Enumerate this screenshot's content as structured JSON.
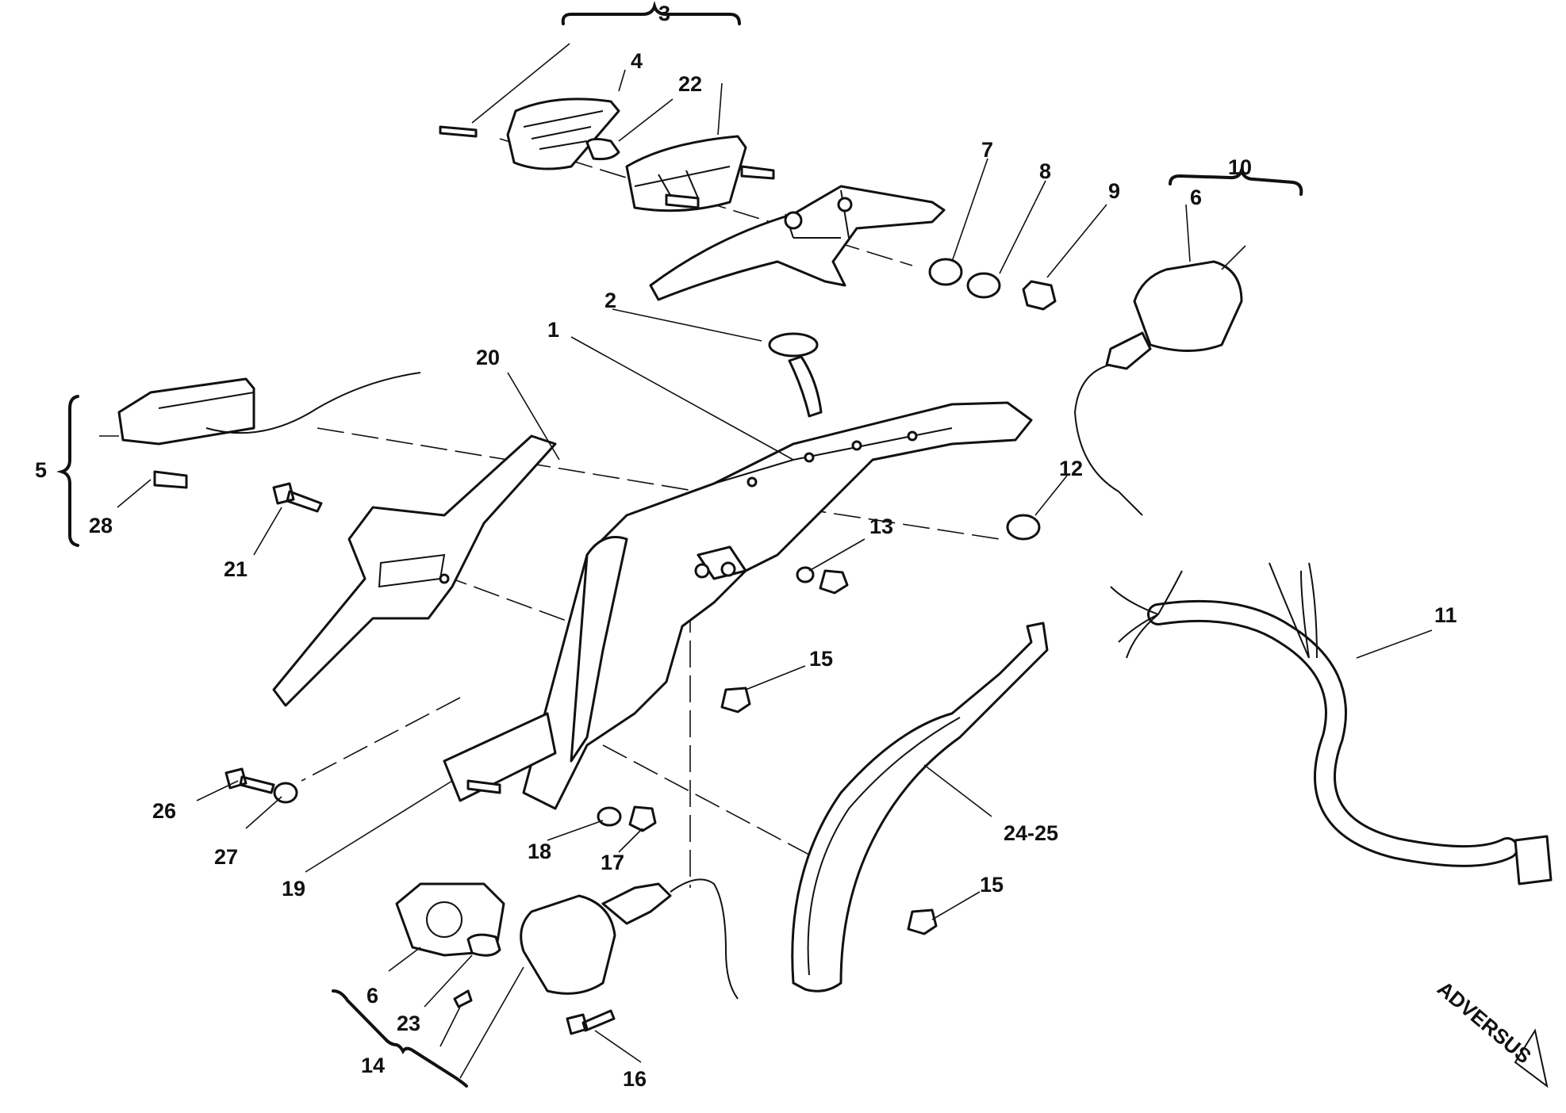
{
  "callouts": [
    {
      "id": "c1",
      "text": "1"
    },
    {
      "id": "c2",
      "text": "2"
    },
    {
      "id": "c3",
      "text": "3"
    },
    {
      "id": "c4",
      "text": "4"
    },
    {
      "id": "c5",
      "text": "5"
    },
    {
      "id": "c6a",
      "text": "6"
    },
    {
      "id": "c6b",
      "text": "6"
    },
    {
      "id": "c7",
      "text": "7"
    },
    {
      "id": "c8",
      "text": "8"
    },
    {
      "id": "c9",
      "text": "9"
    },
    {
      "id": "c10",
      "text": "10"
    },
    {
      "id": "c11",
      "text": "11"
    },
    {
      "id": "c12",
      "text": "12"
    },
    {
      "id": "c13",
      "text": "13"
    },
    {
      "id": "c14",
      "text": "14"
    },
    {
      "id": "c15a",
      "text": "15"
    },
    {
      "id": "c15b",
      "text": "15"
    },
    {
      "id": "c16",
      "text": "16"
    },
    {
      "id": "c17",
      "text": "17"
    },
    {
      "id": "c18",
      "text": "18"
    },
    {
      "id": "c19",
      "text": "19"
    },
    {
      "id": "c20",
      "text": "20"
    },
    {
      "id": "c21",
      "text": "21"
    },
    {
      "id": "c22",
      "text": "22"
    },
    {
      "id": "c23",
      "text": "23"
    },
    {
      "id": "c24",
      "text": "24-25"
    },
    {
      "id": "c26",
      "text": "26"
    },
    {
      "id": "c27",
      "text": "27"
    },
    {
      "id": "c28",
      "text": "28"
    }
  ],
  "brand": {
    "text": "ADVERSUS"
  }
}
